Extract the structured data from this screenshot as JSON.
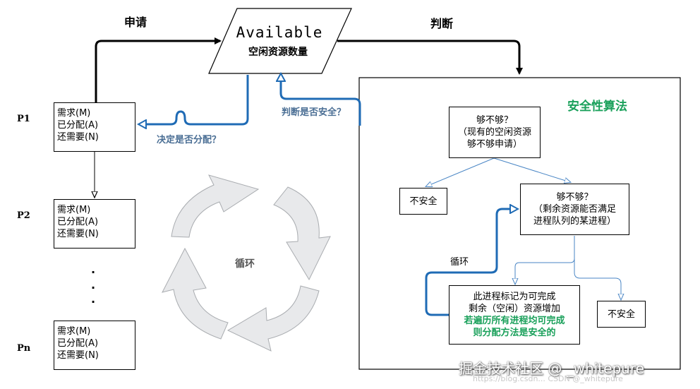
{
  "labels": {
    "apply": "申请",
    "judge": "判断",
    "decide_allocate": "决定是否分配？",
    "judge_safe": "判断是否安全？",
    "loop_center": "循环",
    "loop_inner": "循环",
    "safety_algorithm": "安全性算法"
  },
  "available": {
    "title": "Available",
    "subtitle": "空闲资源数量"
  },
  "processes": [
    {
      "name": "P1",
      "lines": [
        "需求(M)",
        "已分配(A)",
        "还需要(N)"
      ]
    },
    {
      "name": "P2",
      "lines": [
        "需求(M)",
        "已分配(A)",
        "还需要(N)"
      ]
    },
    {
      "name": "Pn",
      "lines": [
        "需求(M)",
        "已分配(A)",
        "还需要(N)"
      ]
    }
  ],
  "dots": [
    "·",
    "·",
    "·"
  ],
  "algo": {
    "check1": [
      "够不够？",
      "（现有的空闲资源",
      "够不够申请）"
    ],
    "unsafe1": "不安全",
    "check2": [
      "够不够？",
      "（剩余资源能否满足",
      "进程队列的某进程）"
    ],
    "process_box": [
      "此进程标记为可完成",
      "剩余（空闲）资源增加"
    ],
    "result": [
      "若遍历所有进程均可完成",
      "则分配方法是安全的"
    ],
    "unsafe2": "不安全"
  },
  "watermark": {
    "main": "掘金技术社区 @ _whitepure",
    "sub": "https://blog.csdn... CSDN @_whitepure"
  },
  "colors": {
    "blue": "#1f6bb5",
    "green": "#19a05a",
    "thin_blue": "#4a86c5",
    "cycle_fill": "#e8e9eb",
    "cycle_stroke": "#a9acb0"
  }
}
